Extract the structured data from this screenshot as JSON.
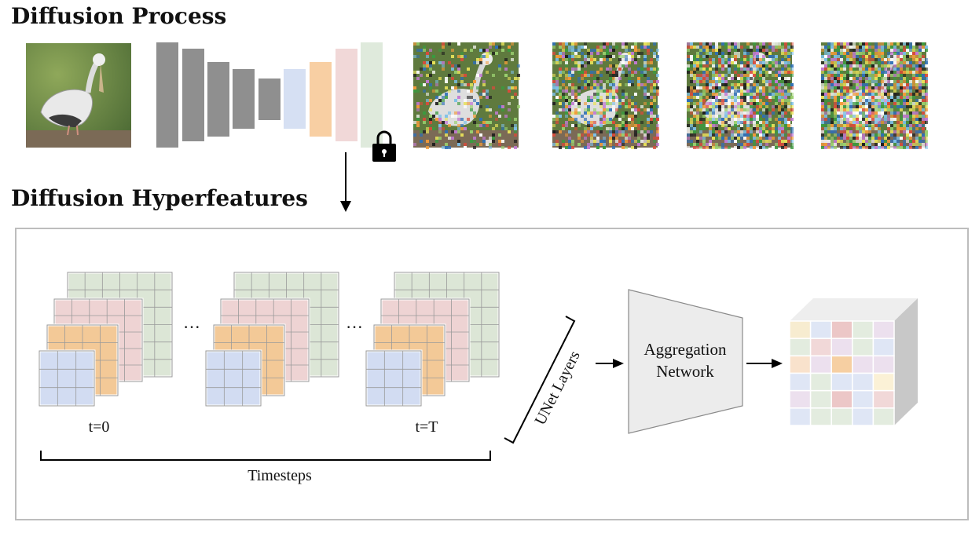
{
  "headings": {
    "process": "Diffusion Process",
    "hyperfeatures": "Diffusion Hyperfeatures"
  },
  "labels": {
    "t_start": "t=0",
    "t_end": "t=T",
    "timesteps": "Timesteps",
    "unet_layers": "UNet Layers",
    "aggregation_line1": "Aggregation",
    "aggregation_line2": "Network"
  },
  "icons": {
    "lock": "lock-icon",
    "ellipsis": "ellipsis"
  },
  "noisy_images": [
    {
      "noise_level": 0.3
    },
    {
      "noise_level": 0.55
    },
    {
      "noise_level": 0.75
    },
    {
      "noise_level": 0.9
    }
  ],
  "colors": {
    "unet_gray": "#8f8f8f",
    "unet_blue": "#d6e0f3",
    "unet_orange": "#f8cfa3",
    "unet_pink": "#f1d8d8",
    "unet_green": "#dfeadc",
    "grid_green": "#dce6d6",
    "grid_pink": "#eed3d3",
    "grid_orange": "#f3c997",
    "grid_blue": "#d2dcf2",
    "aggregator_fill": "#ececec",
    "cube_side": "#c8c8c8",
    "cube_top": "#eeeeee",
    "frame_border": "#bdbdbd"
  }
}
